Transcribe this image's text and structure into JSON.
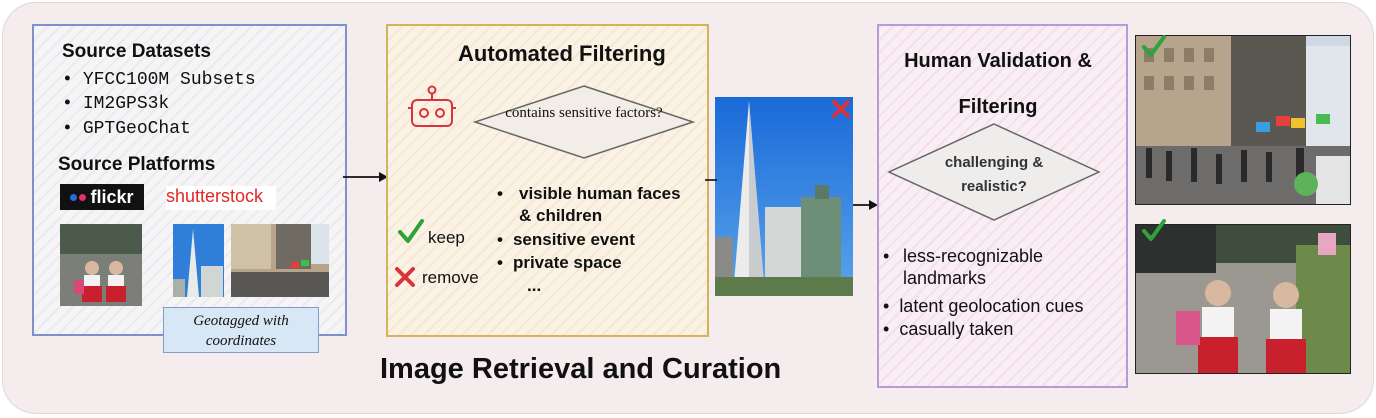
{
  "main_title": "Image Retrieval and Curation",
  "sources": {
    "datasets_title": "Source Datasets",
    "datasets": [
      "YFCC100M Subsets",
      "IM2GPS3k",
      "GPTGeoChat"
    ],
    "platforms_title": "Source Platforms",
    "flickr_logo": "flickr",
    "shutterstock_logo": "shutterstock",
    "geotag_note": "Geotagged with coordinates"
  },
  "automated": {
    "title": "Automated Filtering",
    "question": "contains sensitive factors?",
    "criteria": [
      "visible human faces & children",
      "sensitive event",
      "private space"
    ],
    "ellipsis": "...",
    "keep_label": "keep",
    "remove_label": "remove"
  },
  "human": {
    "title": "Human Validation & Filtering",
    "question": "challenging & realistic?",
    "criteria": [
      "less-recognizable landmarks",
      "latent geolocation cues",
      "casually taken"
    ]
  },
  "colors": {
    "source_border": "#7d92c8",
    "auto_border": "#d3b35c",
    "human_border": "#b99ad8",
    "keep_check": "#2ea33a",
    "remove_x": "#d9343b"
  },
  "icons": [
    "robot-icon",
    "checkmark-icon",
    "x-mark-icon",
    "arrow-icon"
  ]
}
